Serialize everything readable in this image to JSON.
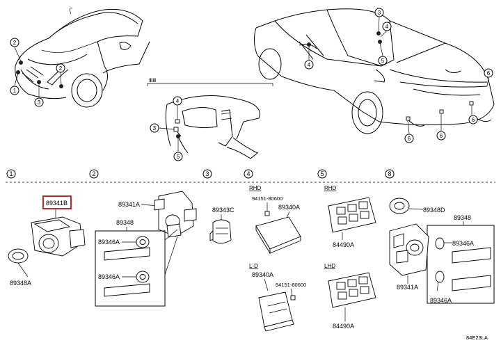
{
  "callouts": {
    "front_left": [
      "2",
      "1",
      "2",
      "3"
    ],
    "dashboard": [
      "4",
      "3",
      "5"
    ],
    "rear_car": [
      "3",
      "4",
      "4",
      "5",
      "6",
      "6",
      "6",
      "6"
    ]
  },
  "detail_label": "ⅢⅢ",
  "sections": [
    {
      "num": "1"
    },
    {
      "num": "2"
    },
    {
      "num": "3"
    },
    {
      "num": "4"
    },
    {
      "num": "5"
    },
    {
      "num": "8"
    }
  ],
  "parts": {
    "s1_highlight": "89341B",
    "s1_bottom": "89348A",
    "s2_top": "89341A",
    "s2_box": "89348",
    "s2_a1": "89346A",
    "s2_a2": "89346A",
    "s3": "89343C",
    "s4_rhd_hdr": "RHD",
    "s4_code1": "94151-80600",
    "s4_part1": "89340A",
    "s4_lhd_hdr": "L-D",
    "s4_part2": "89340A",
    "s4_code2": "94151-80600",
    "s5_rhd_hdr": "RHD",
    "s5_part1": "84490A",
    "s5_lhd_hdr": "LHD",
    "s5_part2": "84490A",
    "s8_top": "89348D",
    "s8_box": "89348",
    "s8_a1": "89346A",
    "s8_mid": "89341A",
    "s8_a2": "89346A"
  },
  "footer": {
    "code": "84E23LA"
  },
  "colors": {
    "highlight": "#c1272d",
    "ink": "#000000"
  }
}
